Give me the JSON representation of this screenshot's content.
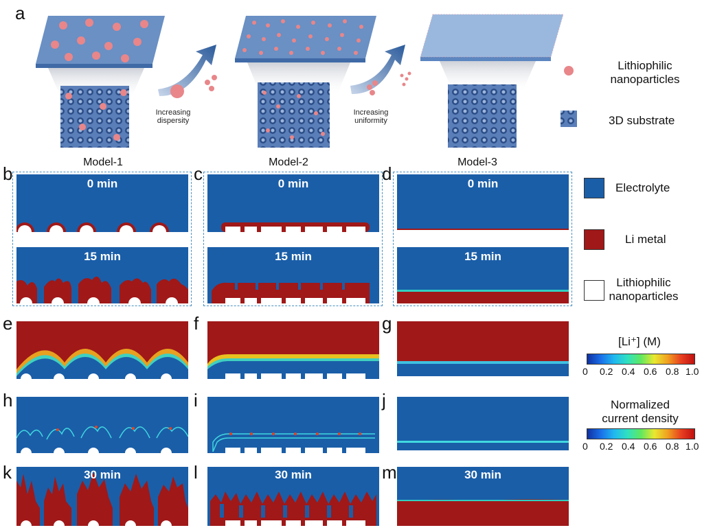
{
  "panel_labels": [
    "a",
    "b",
    "c",
    "d",
    "e",
    "f",
    "g",
    "h",
    "i",
    "j",
    "k",
    "l",
    "m"
  ],
  "models": [
    "Model-1",
    "Model-2",
    "Model-3"
  ],
  "arrow_notes": {
    "first": [
      "Increasing",
      "dispersity"
    ],
    "second": [
      "Increasing",
      "uniformity"
    ]
  },
  "legend_top": {
    "particles": [
      "Lithiophilic",
      "nanoparticles"
    ],
    "substrate": "3D substrate"
  },
  "legend_mid": {
    "electrolyte": "Electrolyte",
    "li_metal": "Li metal",
    "particles": [
      "Lithiophilic",
      "nanoparticles"
    ]
  },
  "colorbar_li": {
    "title": "[Li⁺] (M)",
    "ticks": [
      "0",
      "0.2",
      "0.4",
      "0.6",
      "0.8",
      "1.0"
    ]
  },
  "colorbar_current": {
    "title": [
      "Normalized",
      "current density"
    ],
    "ticks": [
      "0",
      "0.2",
      "0.4",
      "0.6",
      "0.8",
      "1.0"
    ]
  },
  "times": {
    "t0": "0 min",
    "t15": "15 min",
    "t30": "30 min"
  },
  "colors": {
    "electrolyte": "#1a5ea8",
    "li_metal": "#a01818",
    "particle": "#ffffff"
  }
}
